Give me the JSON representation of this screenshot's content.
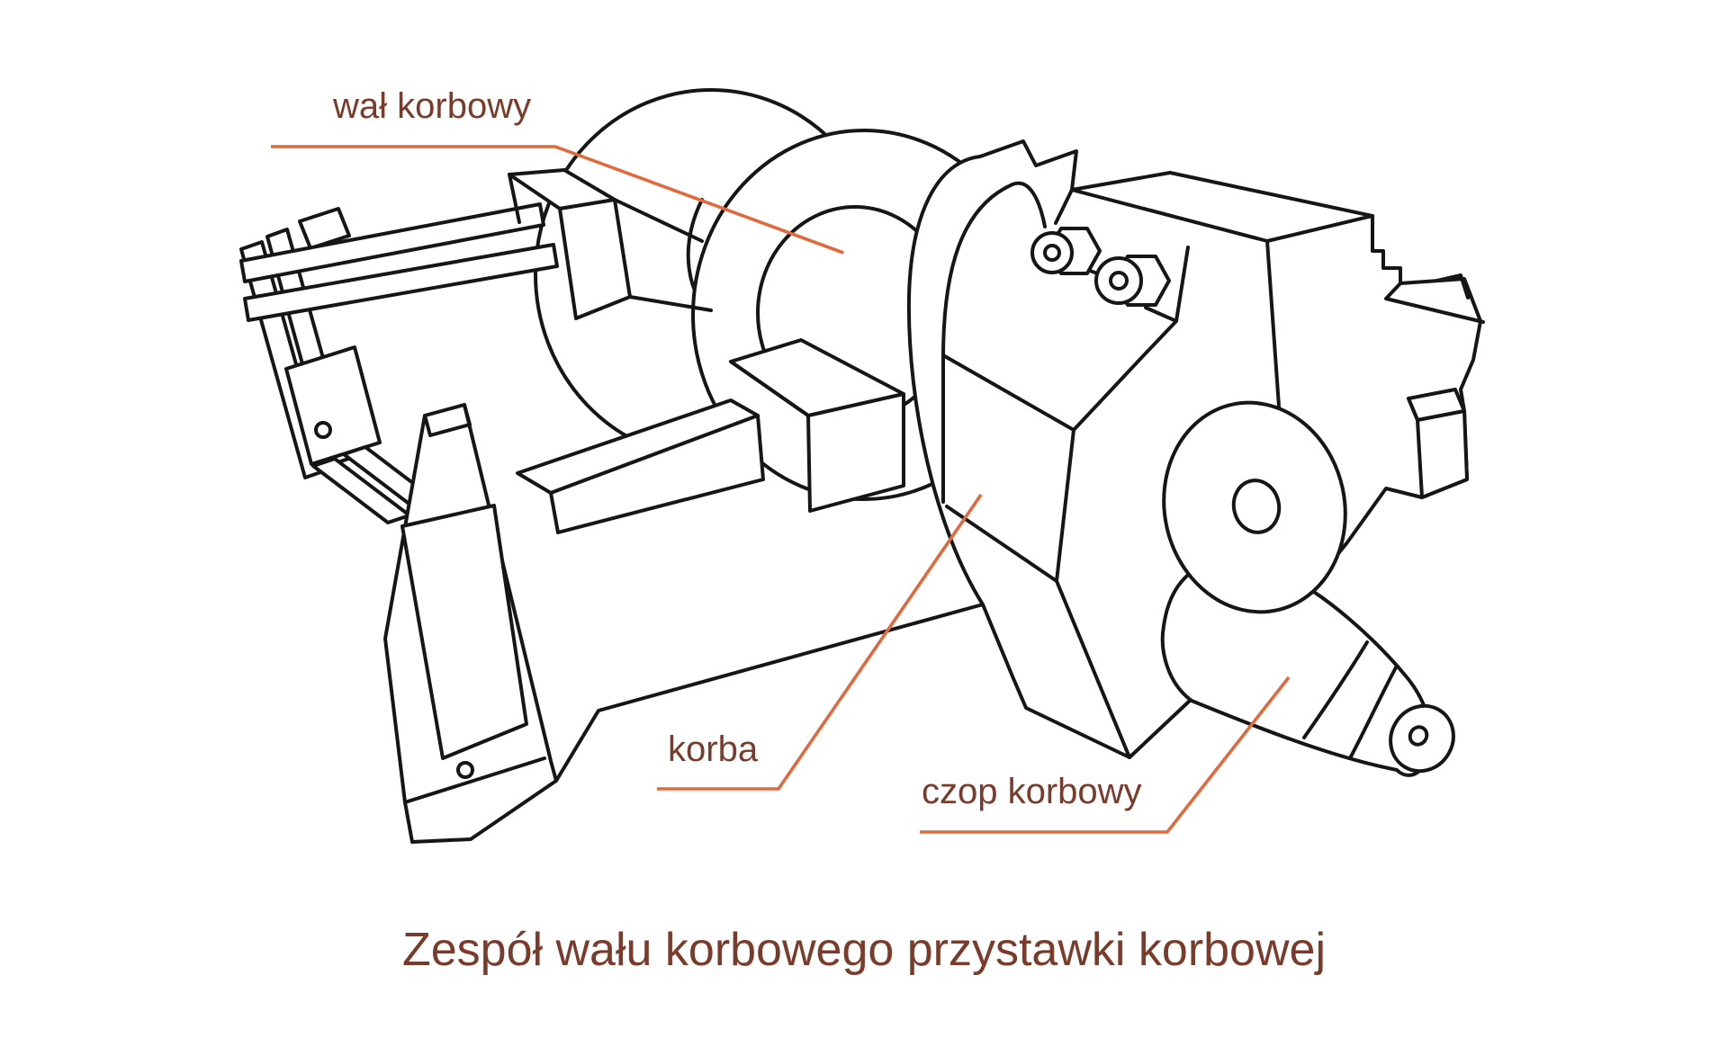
{
  "figure": {
    "caption": "Zespół wału korbowego przystawki korbowej",
    "labels": [
      {
        "id": "wal-korbowy",
        "text": "wał korbowy"
      },
      {
        "id": "korba",
        "text": "korba"
      },
      {
        "id": "czop-korbowy",
        "text": "czop korbowy"
      }
    ],
    "colors": {
      "label_text": "#7b3b2b",
      "leader_line": "#e0693e",
      "drawing_line": "#161616",
      "background": "#ffffff"
    }
  }
}
